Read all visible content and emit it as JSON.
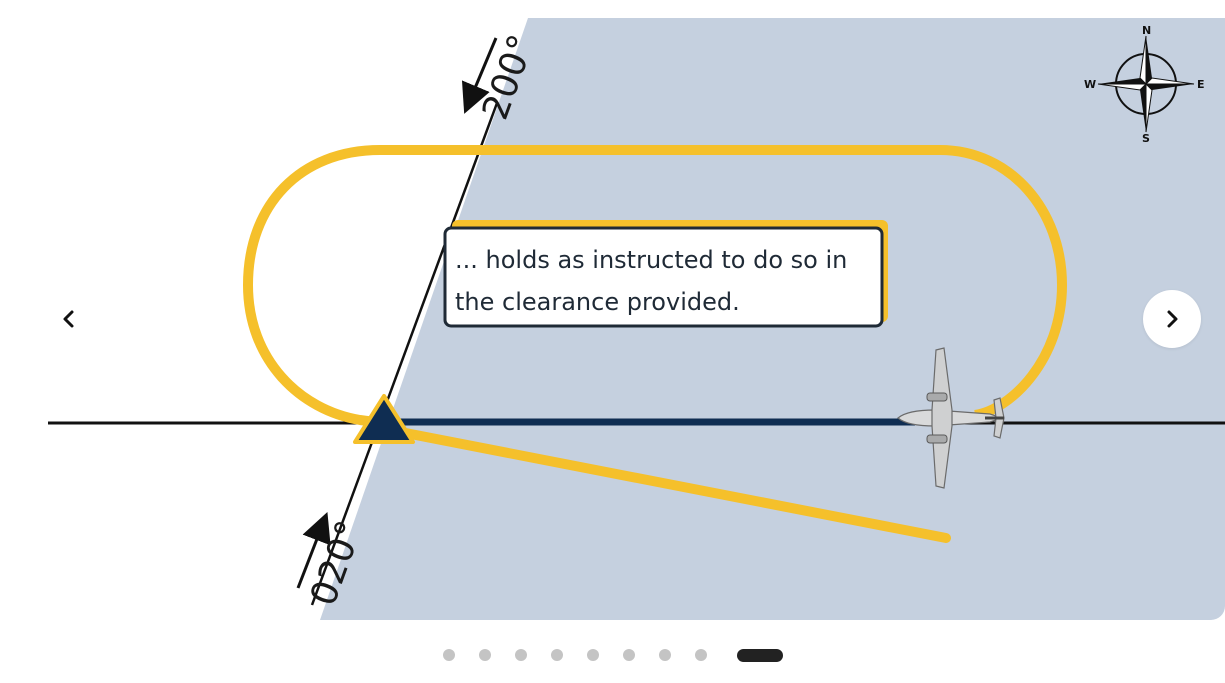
{
  "diagram": {
    "caption_line1": "... holds as instructed to do so in",
    "caption_line2": "the clearance provided.",
    "inbound_heading_label": "020°",
    "outbound_heading_label": "200°",
    "compass": {
      "north": "N",
      "south": "S",
      "east": "E",
      "west": "W"
    },
    "colors": {
      "protected_area": "#c5d0df",
      "holding_pattern": "#f5c02b",
      "fix_marker": "#0f2d52",
      "inbound_track": "#0f2d52",
      "radial_line": "#111111",
      "caption_border": "#1f2a36"
    }
  },
  "carousel": {
    "prev_icon": "chevron-left-icon",
    "next_icon": "chevron-right-icon",
    "slide_count": 9,
    "active_slide": 9
  }
}
